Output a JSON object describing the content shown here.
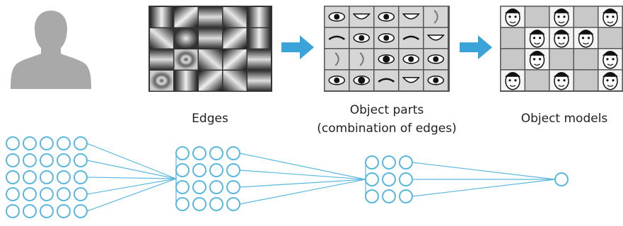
{
  "labels": {
    "edges": "Edges",
    "object_parts_line1": "Object parts",
    "object_parts_line2": "(combination of edges)",
    "object_models": "Object models"
  },
  "colors": {
    "silhouette": "#a9a9a9",
    "arrow": "#3aa4d8",
    "network": "#5ab8e0",
    "grid_cell": "#c8c8c8",
    "grid_border": "#444444"
  },
  "icons": {
    "input_image": "person-silhouette-icon",
    "flow_arrow_1": "arrow-right-icon",
    "flow_arrow_2": "arrow-right-icon"
  },
  "network": {
    "layers": [
      {
        "rows": 5,
        "cols": 5
      },
      {
        "rows": 4,
        "cols": 4
      },
      {
        "rows": 3,
        "cols": 3
      },
      {
        "rows": 1,
        "cols": 1
      }
    ]
  },
  "parts_grid": [
    [
      "eye",
      "lips",
      "eye",
      "smile",
      "ear"
    ],
    [
      "brow-line",
      "eye",
      "eye-small",
      "brows",
      "lips-open"
    ],
    [
      "ear-shade",
      "ear",
      "eye-dark",
      "eye",
      "eye-round"
    ],
    [
      "eye-round",
      "eye-dark",
      "brow-line",
      "lips",
      "eye"
    ]
  ],
  "faces_grid": [
    [
      1,
      0,
      1,
      0,
      1
    ],
    [
      0,
      1,
      1,
      1,
      0
    ],
    [
      0,
      1,
      0,
      0,
      1
    ],
    [
      1,
      0,
      1,
      0,
      1
    ]
  ]
}
